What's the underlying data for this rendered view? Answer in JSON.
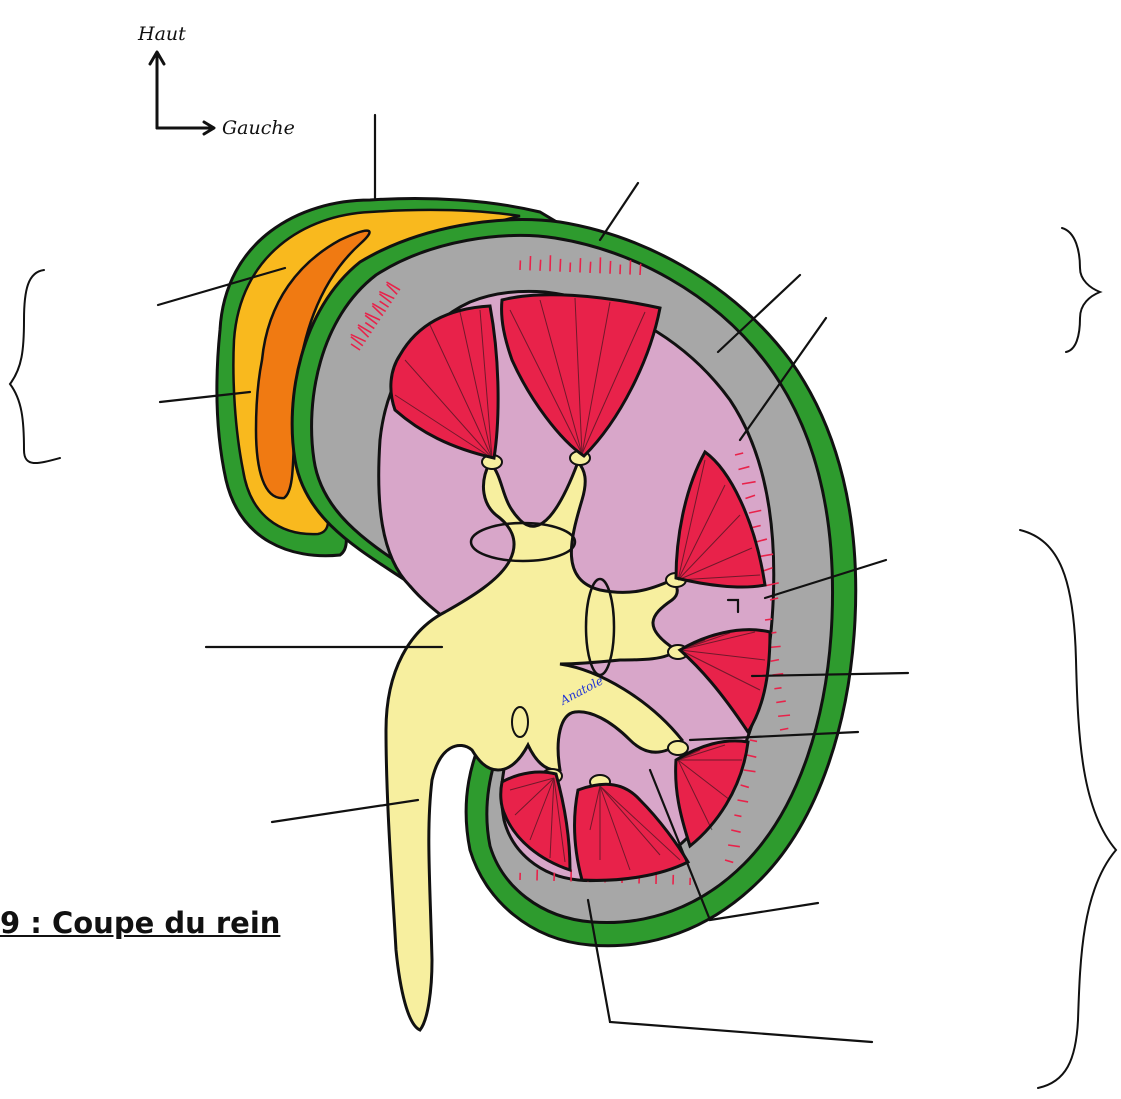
{
  "orientation": {
    "up_label": "Haut",
    "left_label": "Gauche"
  },
  "caption": "9 : Coupe du rein",
  "watermark": "Anatole",
  "colors": {
    "capsule": "#2e9b2e",
    "cortex": "#a7a7a7",
    "medulla": "#d8a6c9",
    "pyramid": "#e8224a",
    "pelvis": "#f7ef9f",
    "adrenal_outer": "#f9b91e",
    "adrenal_inner": "#f07a12",
    "outline": "#111111"
  }
}
